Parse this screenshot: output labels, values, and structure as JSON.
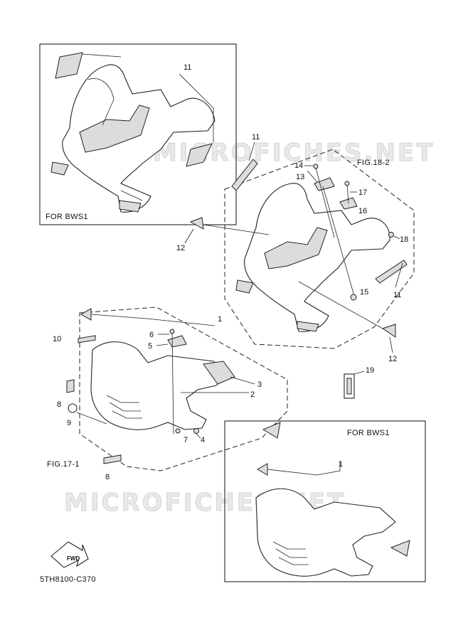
{
  "watermark": "MICROFICHES.NET",
  "figure_refs": {
    "fig18_2": "FIG.18-2",
    "fig17_1": "FIG.17-1"
  },
  "variant_labels": {
    "top": "FOR  BWS1",
    "bottom": "FOR  BWS1"
  },
  "drawing_code": "5TH8100-C370",
  "fwd_label": "FWD",
  "callouts": {
    "c11_top": "11",
    "c11_mid": "11",
    "c11_right": "11",
    "c12_left": "12",
    "c12_right": "12",
    "c13": "13",
    "c14": "14",
    "c15": "15",
    "c16": "16",
    "c17": "17",
    "c18": "18",
    "c19": "19",
    "c1": "1",
    "c1_bottom": "1",
    "c2": "2",
    "c3": "3",
    "c4": "4",
    "c5": "5",
    "c6": "6",
    "c7": "7",
    "c8_a": "8",
    "c8_b": "8",
    "c9": "9",
    "c10": "10"
  }
}
